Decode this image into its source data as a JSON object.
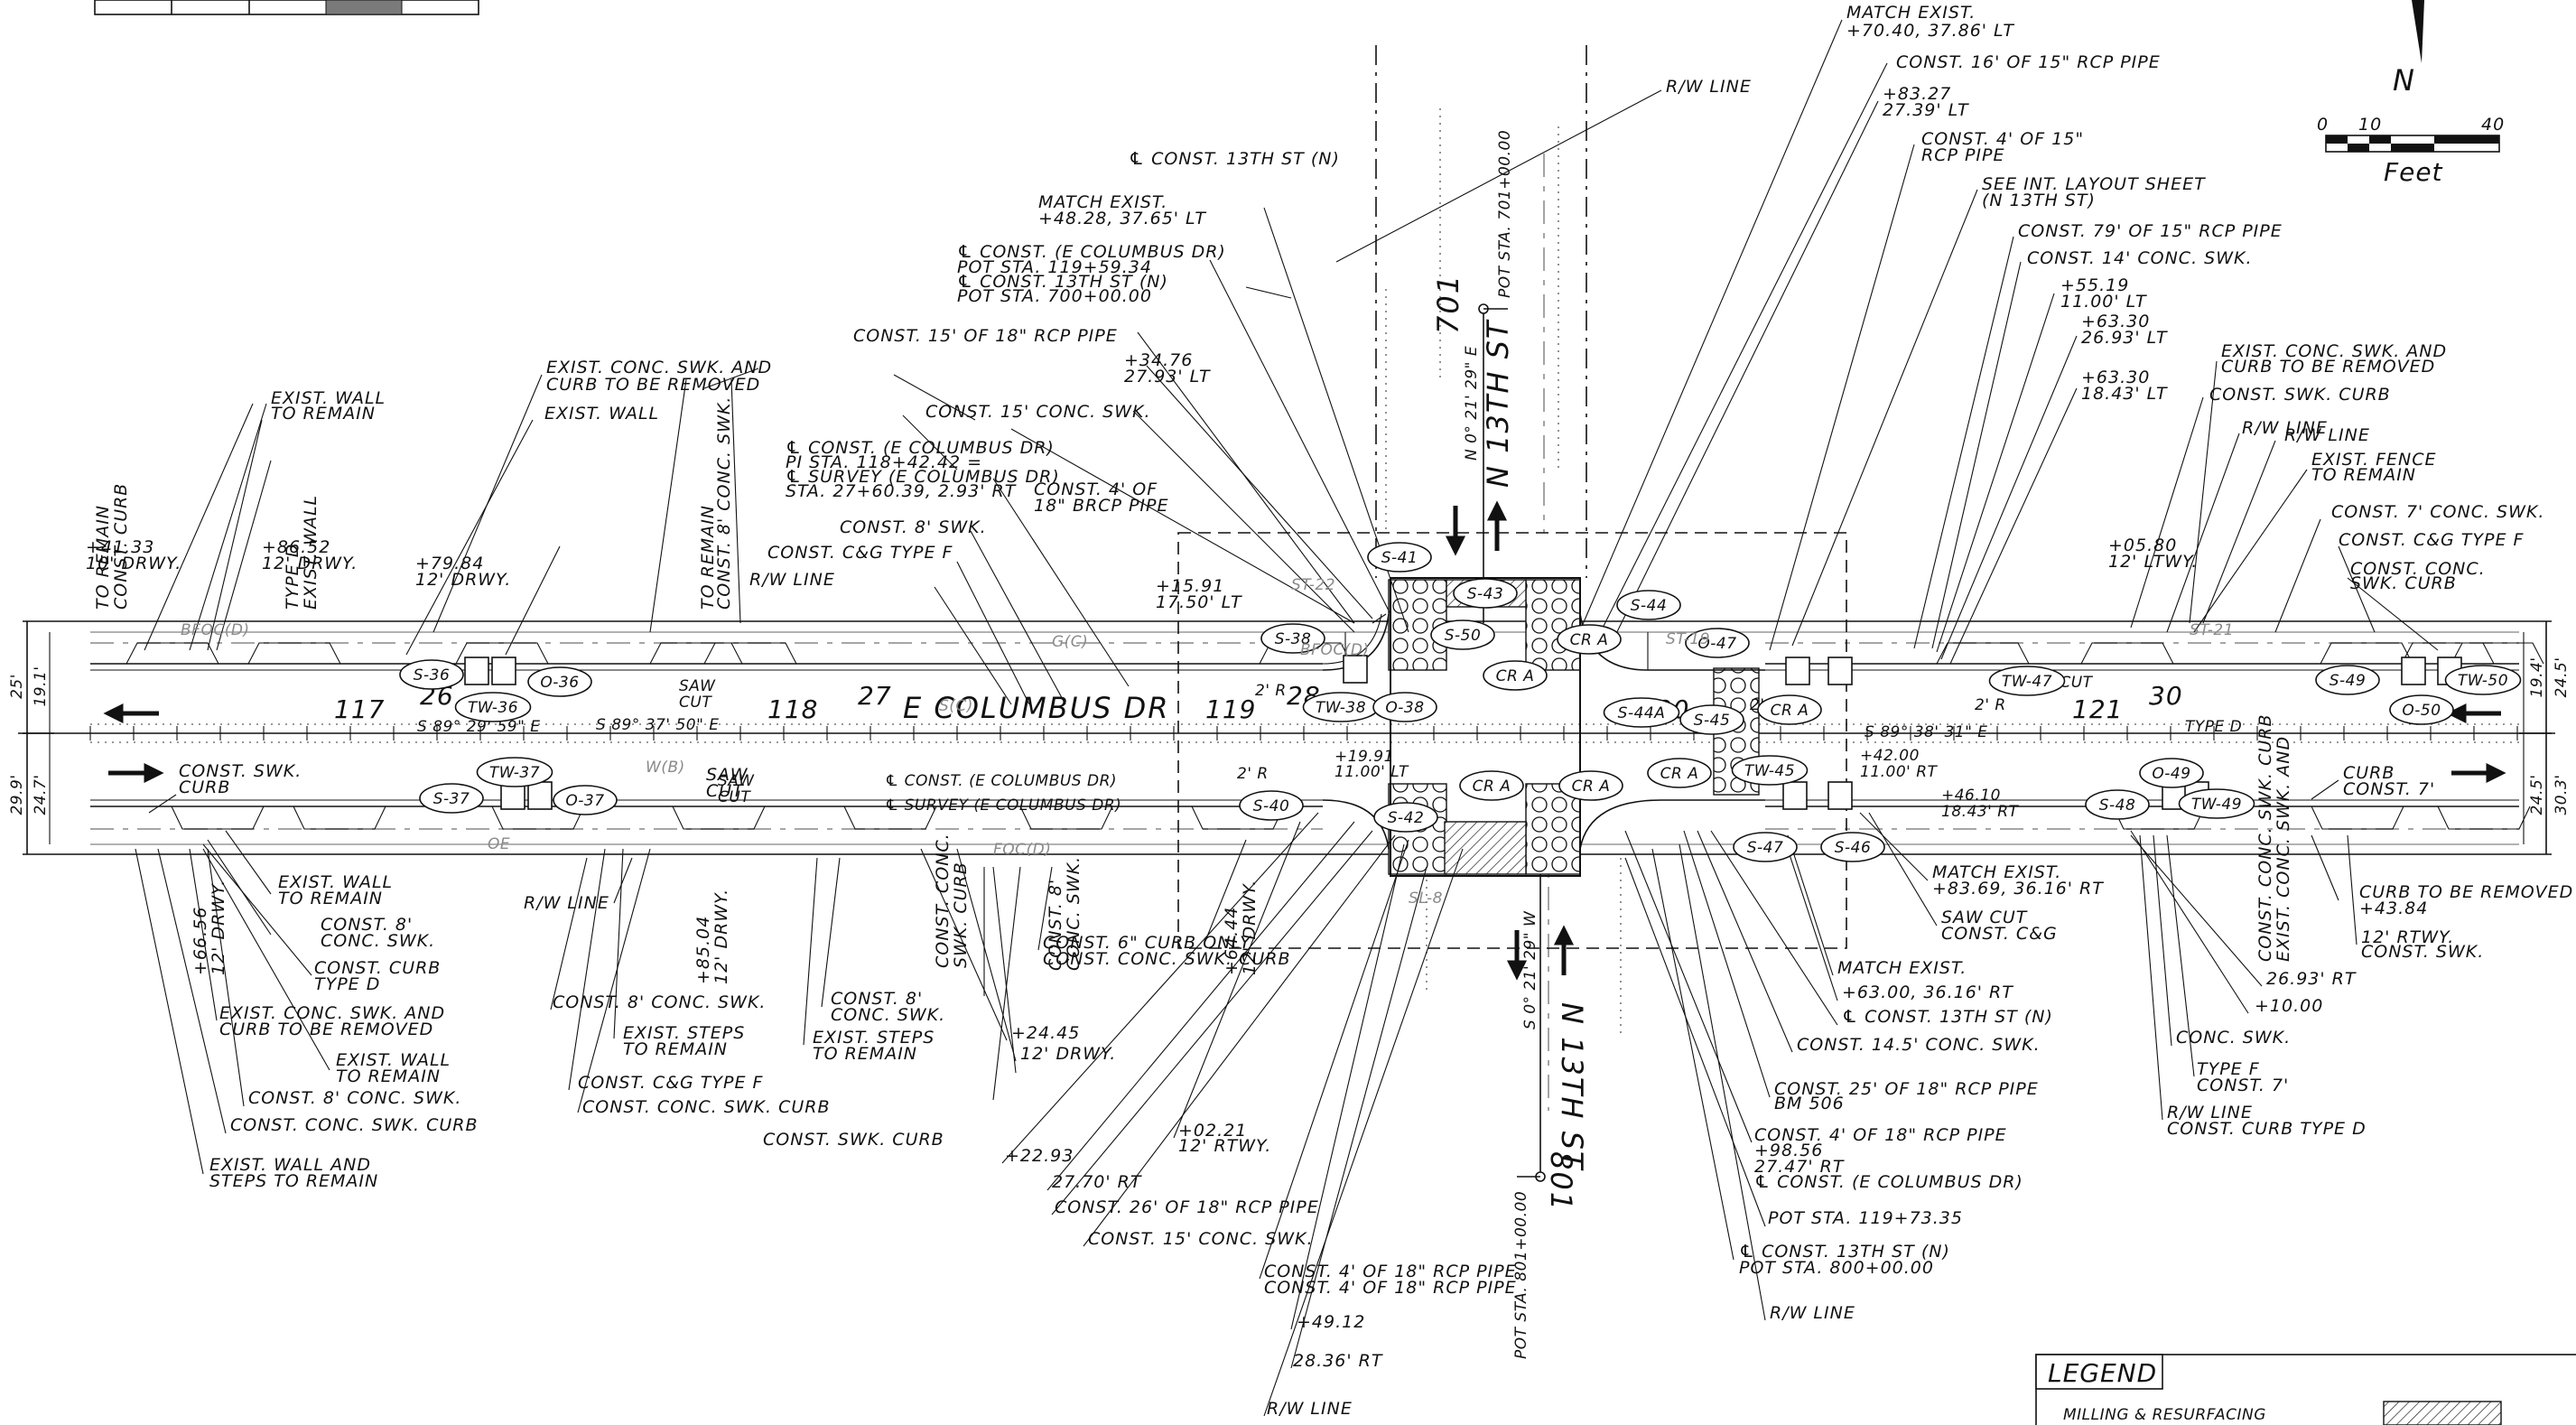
{
  "streets": {
    "main_street": "E COLUMBUS DR",
    "cross_street_north": "N 13TH ST",
    "cross_street_south": "N 13TH ST",
    "north_bearing": "N 0° 21' 29\" E",
    "south_bearing": "S 0° 21' 29\" W",
    "bearing_left": "S 89° 29' 59\" E",
    "bearing_mid": "S 89° 37' 50\" E",
    "bearing_right": "S 89° 38' 31\" E",
    "cl_north": "701",
    "cl_south": "801",
    "pot_north": "POT STA. 701+00.00",
    "pot_south": "POT STA. 801+00.00"
  },
  "stations": [
    "117",
    "118",
    "119",
    "120",
    "121"
  ],
  "lots": [
    "26",
    "27",
    "28",
    "30"
  ],
  "dimensions": {
    "left_top": "25'",
    "left_inner_top": "19.1'",
    "left_bottom": "29.9'",
    "left_inner_bottom": "24.7'",
    "right_top": "24.5'",
    "right_inner_top": "19.4'",
    "right_bottom": "30.3'",
    "right_inner_bottom": "24.5'"
  },
  "scale_bar": {
    "ticks": [
      "0",
      "10",
      "40"
    ],
    "unit": "Feet",
    "north_letter": "N"
  },
  "legend": {
    "title": "LEGEND",
    "item": "MILLING & RESURFACING"
  },
  "callouts_top": [
    "MATCH EXIST.",
    "+70.40, 37.86' LT",
    "CONST. 16' OF 15\" RCP PIPE",
    "+83.27",
    "27.39' LT",
    "CONST. 4' OF 15\"",
    "RCP PIPE",
    "SEE INT. LAYOUT SHEET",
    "(N 13TH ST)",
    "CONST. 79' OF 15\" RCP PIPE",
    "CONST. 14' CONC. SWK.",
    "+55.19",
    "11.00' LT",
    "+63.30",
    "26.93' LT",
    "+63.30",
    "18.43' LT",
    "R/W LINE",
    "R/W LINE",
    "℄ CONST. 13TH ST (N)",
    "MATCH EXIST.",
    "+48.28, 37.65' LT",
    "℄ CONST. (E COLUMBUS DR)",
    "POT STA. 119+59.34",
    "℄ CONST. 13TH ST (N)",
    "POT STA. 700+00.00",
    "CONST. 15' OF 18\" RCP PIPE",
    "+34.76",
    "27.93' LT",
    "CONST. 15' CONC. SWK.",
    "CONST. 4' OF",
    "18\" BRCP PIPE",
    "℄ CONST. (E COLUMBUS DR)",
    "PI STA. 118+42.42 =",
    "℄ SURVEY (E COLUMBUS DR)",
    "STA. 27+60.39, 2.93' RT",
    "CONST. 8' SWK.",
    "CONST. C&G TYPE F",
    "R/W LINE",
    "+15.91",
    "17.50' LT",
    "EXIST. CONC. SWK. AND",
    "CURB TO BE REMOVED",
    "EXIST. WALL",
    "TO REMAIN",
    "EXIST. WALL",
    "TO REMAIN",
    "CONST. CURB",
    "TYPE D",
    "EXIST. WALL",
    "TO REMAIN",
    "CONST. 8' CONC. SWK.",
    "+41.33",
    "10' DRWY.",
    "+86.52",
    "12' DRWY.",
    "+79.84",
    "12' DRWY.",
    "EXIST. CONC. SWK. AND",
    "CURB TO BE REMOVED",
    "CONST. SWK. CURB",
    "R/W LINE",
    "EXIST. FENCE",
    "TO REMAIN",
    "CONST. 7' CONC. SWK.",
    "CONST. C&G TYPE F",
    "CONST. CONC.",
    "SWK. CURB",
    "+05.80",
    "12' LTWY."
  ],
  "callouts_bottom": [
    "CONST. SWK.",
    "CURB",
    "EXIST. WALL",
    "TO REMAIN",
    "CONST. 8'",
    "CONC. SWK.",
    "CONST. CURB",
    "TYPE D",
    "EXIST. CONC. SWK. AND",
    "CURB TO BE REMOVED",
    "EXIST. WALL",
    "TO REMAIN",
    "CONST. 8' CONC. SWK.",
    "CONST. CONC. SWK. CURB",
    "EXIST. WALL AND",
    "STEPS TO REMAIN",
    "+66.56",
    "12' DRWY.",
    "R/W LINE",
    "CONST. 8' CONC. SWK.",
    "EXIST. STEPS",
    "TO REMAIN",
    "CONST. C&G TYPE F",
    "CONST. CONC. SWK. CURB",
    "+85.04",
    "12' DRWY.",
    "SAW",
    "CUT",
    "CONST. SWK. CURB",
    "CONST. 8'",
    "CONC. SWK.",
    "EXIST. STEPS",
    "TO REMAIN",
    "+24.45",
    "12' DRWY.",
    "CONST. CONC.",
    "SWK. CURB",
    "CONST. 8'",
    "CONC. SWK.",
    "CONST. 6\" CURB ONLY",
    "CONST. CONC. SWK. CURB",
    "+64.44",
    "12' DRWY.",
    "+02.21",
    "12' RTWY.",
    "+22.93",
    "27.70' RT",
    "CONST. 26' OF 18\" RCP PIPE",
    "CONST. 15' CONC. SWK.",
    "CONST. 4' OF 18\" RCP PIPE",
    "CONST. 4' OF 18\" RCP PIPE",
    "+49.12",
    "28.36' RT",
    "R/W LINE",
    "MATCH EXIST.",
    "+63.00, 36.16' RT",
    "℄ CONST. 13TH ST (N)",
    "CONST. 14.5' CONC. SWK.",
    "CONST. 25' OF 18\" RCP PIPE",
    "BM 506",
    "CONST. 4' OF 18\" RCP PIPE",
    "+98.56",
    "27.47' RT",
    "℄ CONST. (E COLUMBUS DR)",
    "POT STA. 119+73.35",
    "℄ CONST. 13TH ST (N)",
    "POT STA. 800+00.00",
    "R/W LINE",
    "MATCH EXIST.",
    "+83.69, 36.16' RT",
    "SAW CUT",
    "CONST. C&G",
    "TYPE F",
    "CONST. 7'",
    "CONC. SWK.",
    "+10.00",
    "26.93' RT",
    "R/W LINE",
    "CONST. CURB TYPE D",
    "CONST. CONC. SWK. CURB",
    "EXIST. CONC. SWK. AND",
    "CURB TO BE REMOVED",
    "+43.84",
    "12' RTWY.",
    "CONST. SWK.",
    "CURB",
    "CONST. 7'",
    "CONC. SWK.",
    "SAW",
    "CUT"
  ],
  "inline_labels": [
    "2' R",
    "2' R",
    "2' R",
    "2' R",
    "+19.91",
    "11.00' LT",
    "+42.00",
    "11.00' RT",
    "+46.10",
    "18.43' RT",
    "SAW CUT",
    "TYPE D",
    "℄ CONST. (E COLUMBUS DR)",
    "℄ SURVEY (E COLUMBUS DR)",
    "SAW",
    "CUT",
    "SAW",
    "CUT"
  ],
  "bubbles": [
    "S-36",
    "O-36",
    "TW-36",
    "S-37",
    "O-37",
    "TW-37",
    "S-38",
    "TW-38",
    "O-38",
    "S-40",
    "S-41",
    "S-42",
    "S-43",
    "S-44",
    "S-44A",
    "S-45",
    "S-46",
    "S-47",
    "O-47",
    "TW-45",
    "TW-47",
    "S-48",
    "O-49",
    "TW-49",
    "S-49",
    "O-50",
    "TW-50",
    "S-50",
    "CR A",
    "CR A",
    "CR A",
    "CR A",
    "CR A",
    "CR A",
    "CR A"
  ],
  "faint_labels": [
    "BFOC(D)",
    "G(C)",
    "S(C)",
    "W(B)",
    "OE",
    "FOC(D)",
    "BFOC(D)",
    "ST-21",
    "ST-22",
    "ST-19",
    "SL-8"
  ]
}
